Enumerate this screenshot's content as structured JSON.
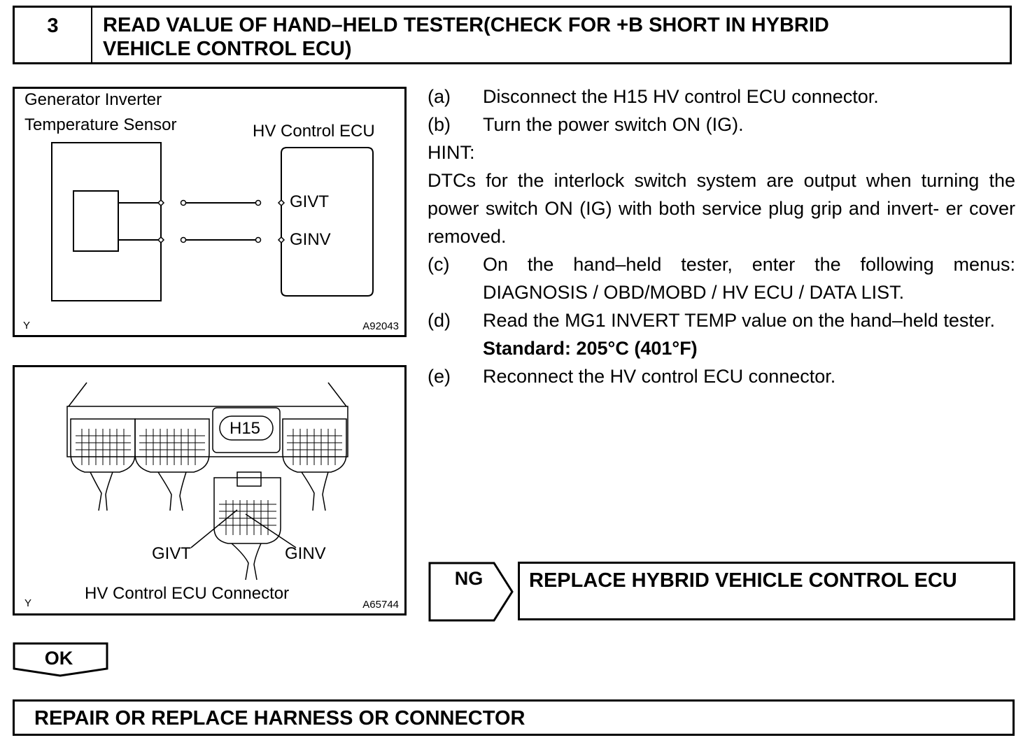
{
  "header": {
    "step_number": "3",
    "title_line1": "READ VALUE OF HAND–HELD TESTER(CHECK FOR +B SHORT IN HYBRID",
    "title_line2": "VEHICLE CONTROL ECU)"
  },
  "figure1": {
    "sensor_label_line1": "Generator Inverter",
    "sensor_label_line2": "Temperature Sensor",
    "ecu_label": "HV Control ECU",
    "pin1": "GIVT",
    "pin2": "GINV",
    "corner_mark": "Y",
    "figure_id": "A92043"
  },
  "figure2": {
    "connector_code": "H15",
    "pin1": "GIVT",
    "pin2": "GINV",
    "caption": "HV Control ECU Connector",
    "corner_mark": "Y",
    "figure_id": "A65744"
  },
  "procedure": {
    "a_letter": "(a)",
    "a_text": "Disconnect the H15 HV control ECU connector.",
    "b_letter": "(b)",
    "b_text": "Turn the power switch ON (IG).",
    "hint_label": "HINT:",
    "hint_text": "DTCs for the interlock switch system are output when turning the power switch ON (IG) with both service plug grip and invert- er cover removed.",
    "c_letter": "(c)",
    "c_text": "On the hand–held tester, enter the following menus: DIAGNOSIS / OBD/MOBD / HV ECU / DATA LIST.",
    "d_letter": "(d)",
    "d_text": "Read the MG1 INVERT TEMP value on the hand–held tester.",
    "standard": "Standard: 205°C (401°F)",
    "e_letter": "(e)",
    "e_text": "Reconnect the HV control ECU connector."
  },
  "ng": {
    "label": "NG",
    "action": "REPLACE HYBRID VEHICLE CONTROL ECU"
  },
  "ok": {
    "label": "OK"
  },
  "final": {
    "action": "REPAIR OR REPLACE HARNESS OR CONNECTOR"
  }
}
